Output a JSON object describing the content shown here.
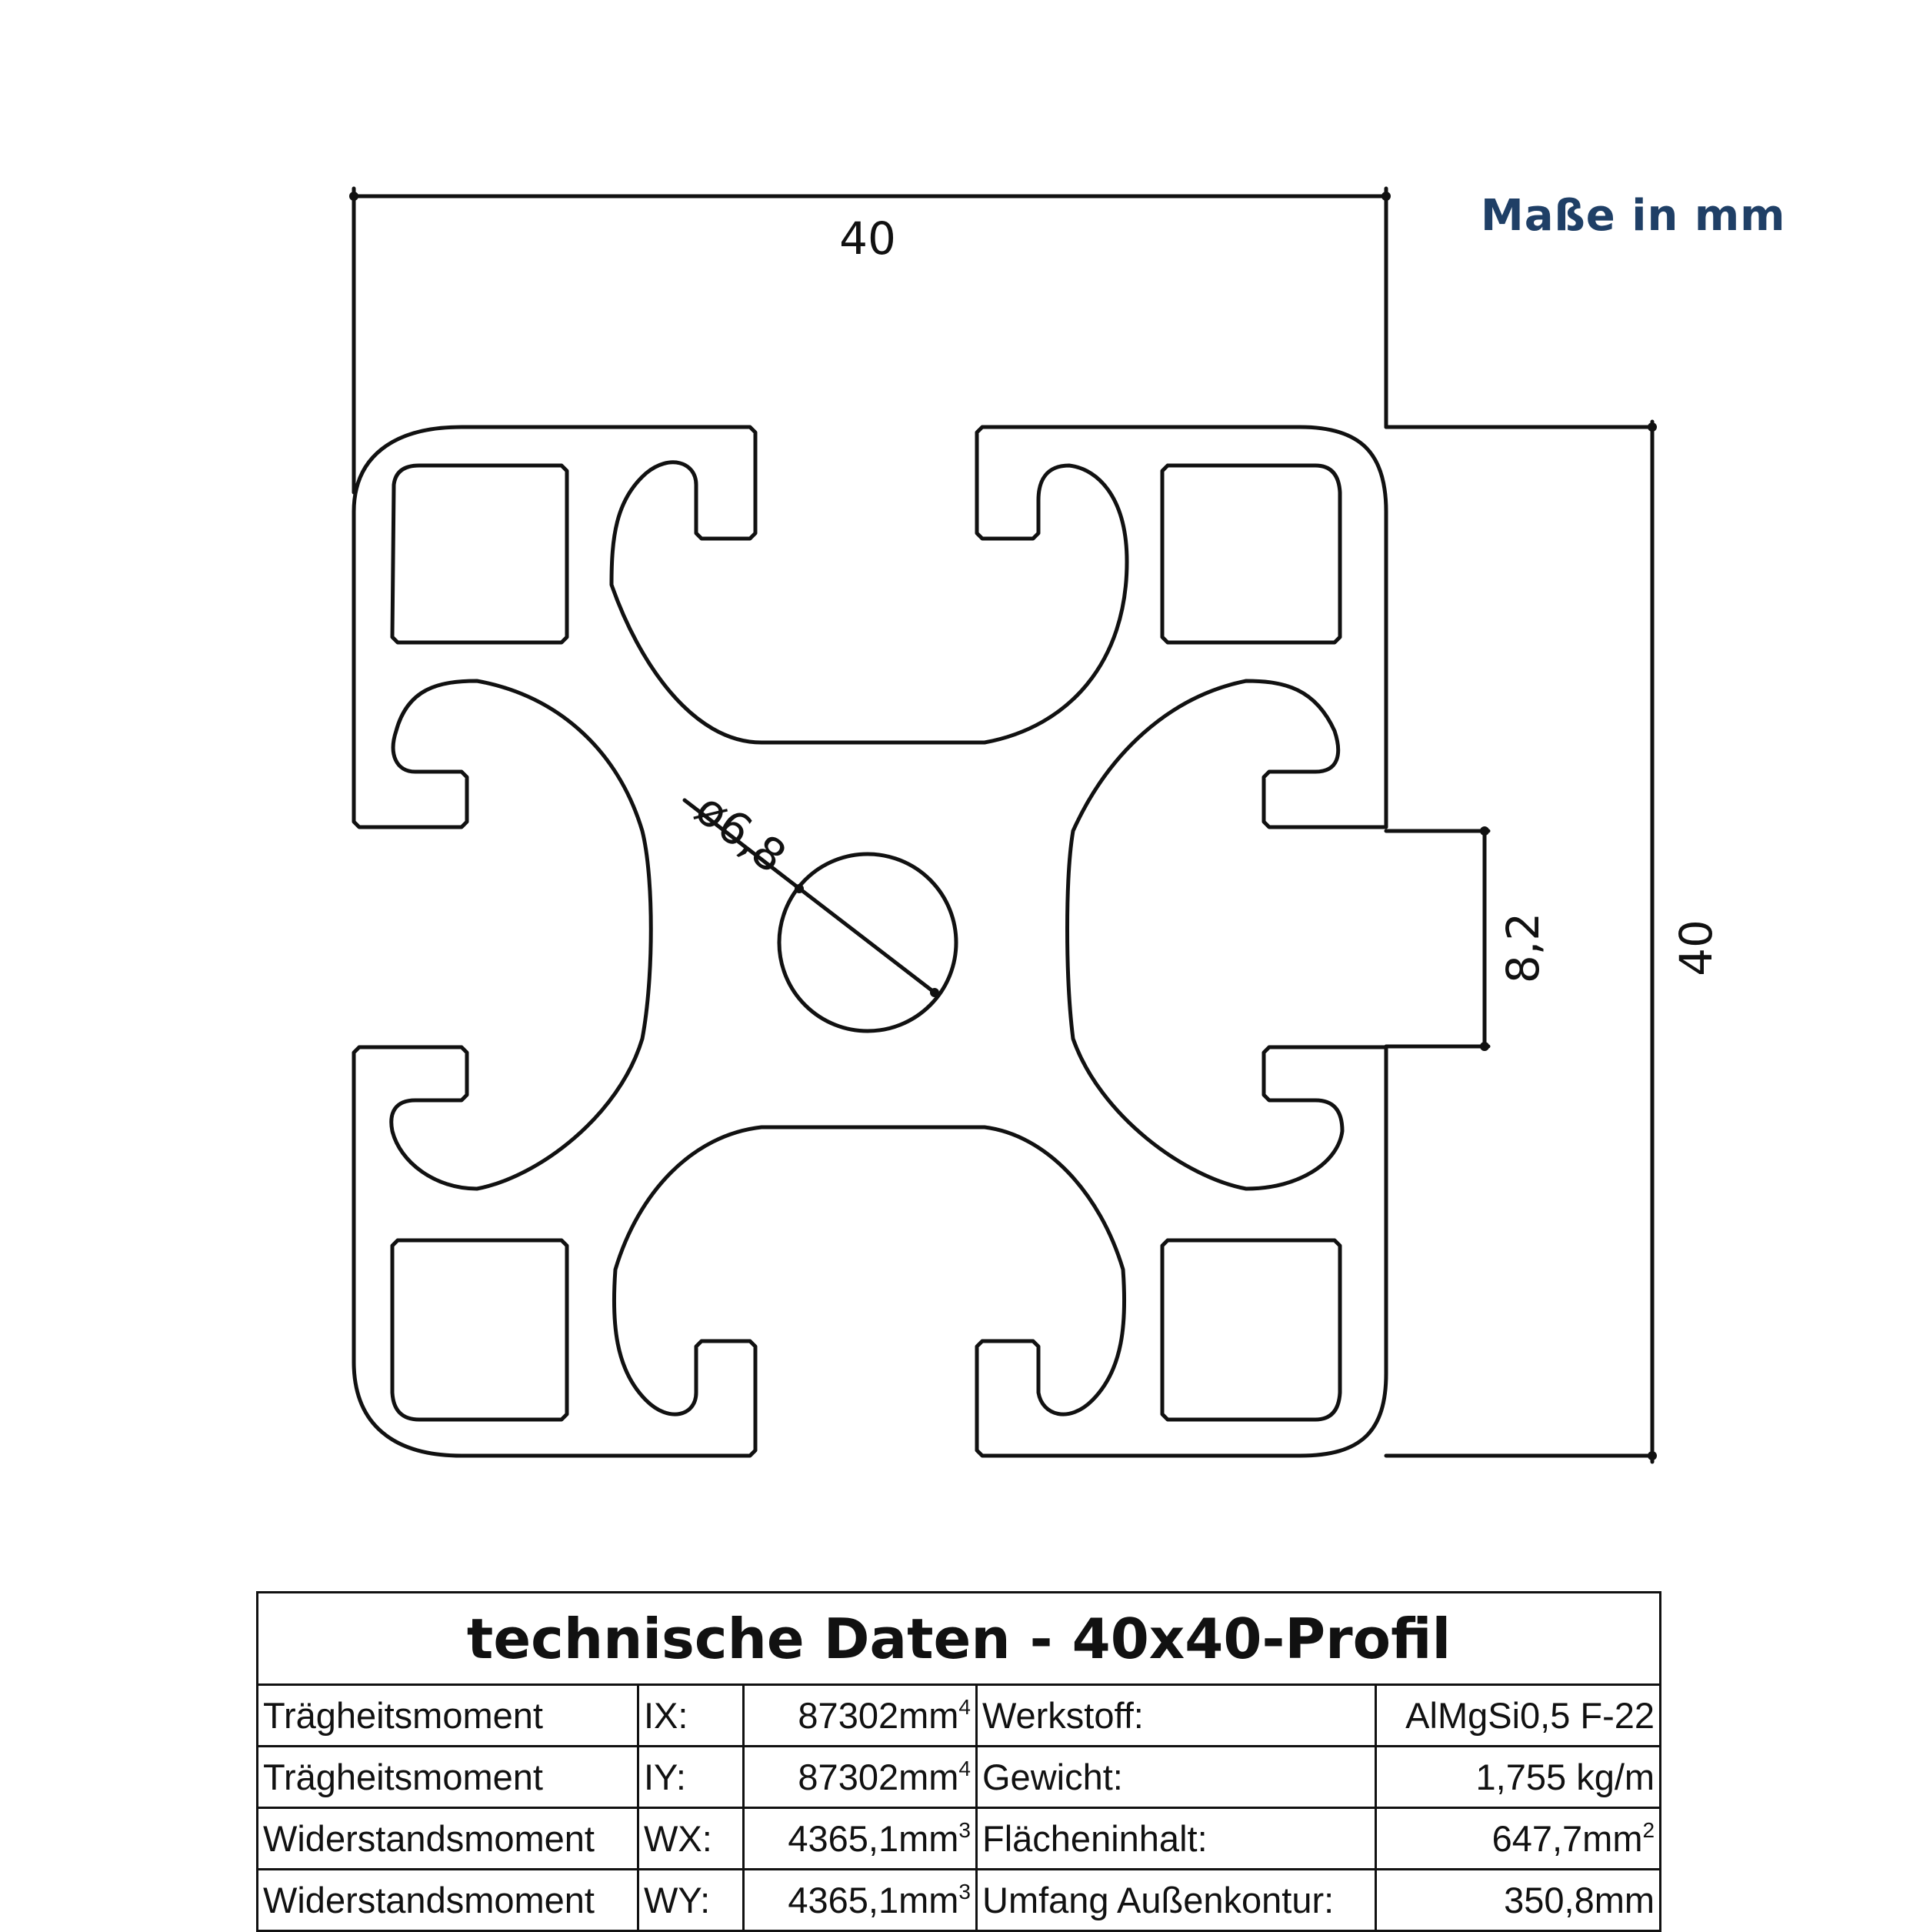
{
  "units_label": "Maße in mm",
  "dimensions": {
    "width": "40",
    "height": "40",
    "slot_width": "8,2",
    "bore_diameter": "ø6,8"
  },
  "table": {
    "title": "technische Daten - 40x40-Profil",
    "rows": [
      {
        "label": "Trägheitsmoment",
        "symbol": "IX:",
        "value": "87302mm",
        "exp": "4",
        "prop": "Werkstoff:",
        "prop_value": "AlMgSi0,5 F-22",
        "prop_exp": ""
      },
      {
        "label": "Trägheitsmoment",
        "symbol": "IY:",
        "value": "87302mm",
        "exp": "4",
        "prop": "Gewicht:",
        "prop_value": "1,755 kg/m",
        "prop_exp": ""
      },
      {
        "label": "Widerstandsmoment",
        "symbol": "WX:",
        "value": "4365,1mm",
        "exp": "3",
        "prop": "Flächeninhalt:",
        "prop_value": "647,7mm",
        "prop_exp": "2"
      },
      {
        "label": "Widerstandsmoment",
        "symbol": "WY:",
        "value": "4365,1mm",
        "exp": "3",
        "prop": "Umfang Außenkontur:",
        "prop_value": "350,8mm",
        "prop_exp": ""
      }
    ]
  }
}
